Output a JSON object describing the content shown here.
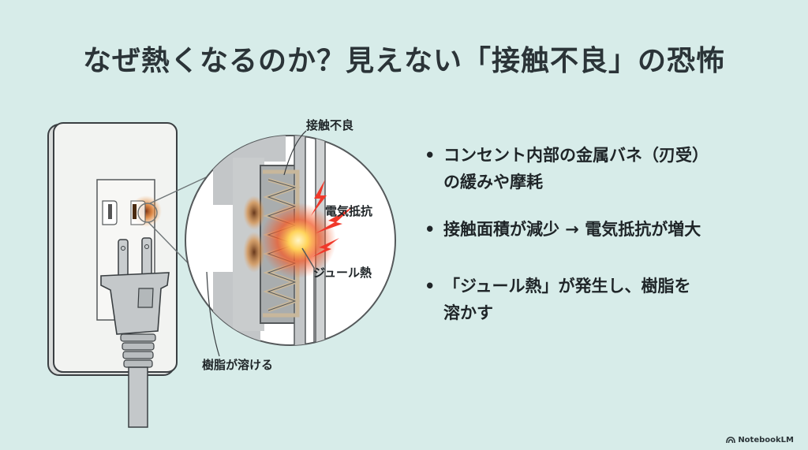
{
  "slide": {
    "title": "なぜ熱くなるのか？見えない「接触不良」の恐怖",
    "background_color": "#d7ece9"
  },
  "illustration": {
    "callouts": {
      "contact_failure": "接触不良",
      "electrical_resistance": "電気抵抗",
      "joule_heat": "ジュール熱",
      "resin_melts": "樹脂が溶ける"
    },
    "icons": [
      "wall-outlet-icon",
      "plug-icon",
      "magnifier-circle-icon",
      "spark-icon",
      "heat-glow-icon"
    ],
    "colors": {
      "heat": "#f05a28",
      "burn": "#b8641e",
      "outline": "#3a3f42"
    }
  },
  "bullets": [
    {
      "line1": "コンセント内部の金属バネ（刃受）",
      "line2": "の緩みや摩耗"
    },
    {
      "line1": "接触面積が減少 → 電気抵抗が増大"
    },
    {
      "line1": "「ジュール熱」が発生し、樹脂を",
      "line2": "溶かす"
    }
  ],
  "brand": {
    "label": "NotebookLM",
    "icon": "notebooklm-logo-icon"
  }
}
